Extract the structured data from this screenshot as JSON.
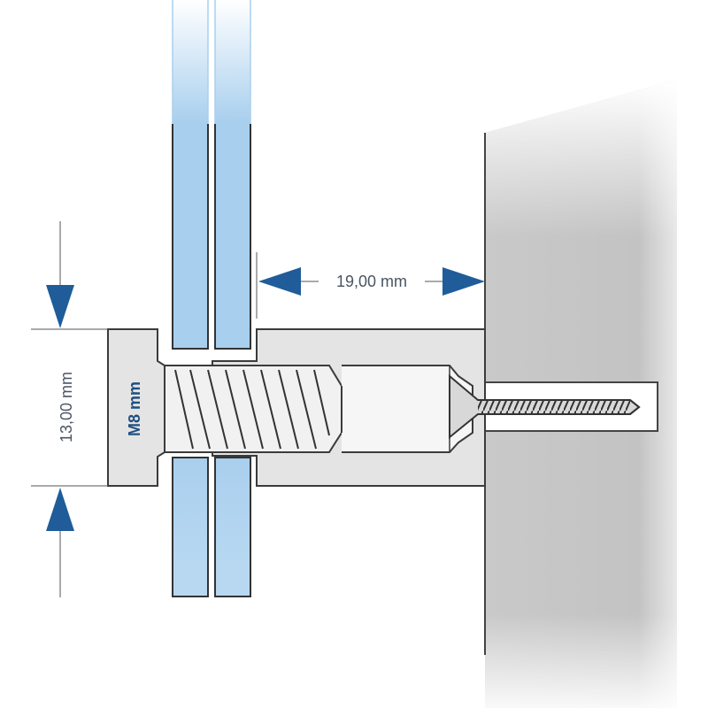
{
  "dimensions": {
    "gap": "19,00 mm",
    "height": "13,00 mm"
  },
  "spacer": {
    "thread_label": "M8 mm"
  }
}
